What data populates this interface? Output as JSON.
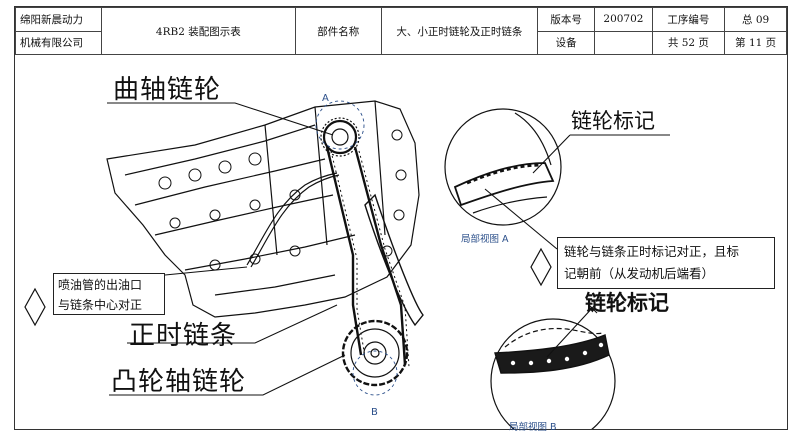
{
  "header": {
    "company_line1": "绵阳新晨动力",
    "company_line2": "机械有限公司",
    "doc_title": "4RB2 装配图示表",
    "part_name_label": "部件名称",
    "part_name_value": "大、小正时链轮及正时链条",
    "version_label": "版本号",
    "version_value": "200702",
    "process_no_label": "工序编号",
    "total_value": "总 09",
    "equipment_label": "设备",
    "pages_total": "共 52 页",
    "page_current": "第 11 页"
  },
  "labels": {
    "crank_sprocket": "曲轴链轮",
    "timing_chain": "正时链条",
    "cam_sprocket": "凸轮轴链轮",
    "sprocket_mark_1": "链轮标记",
    "sprocket_mark_2": "链轮标记"
  },
  "notes": {
    "oil_nozzle_line1": "喷油管的出油口",
    "oil_nozzle_line2": "与链条中心对正",
    "alignment_line1": "链轮与链条正时标记对正，且标",
    "alignment_line2": "记朝前（从发动机后端看）"
  },
  "captions": {
    "detail_a": "局部视图 A",
    "detail_b": "局部视图 B",
    "marker_a": "A",
    "marker_b": "B"
  },
  "colors": {
    "line": "#111111",
    "detail_caption": "#2b4f8a"
  }
}
